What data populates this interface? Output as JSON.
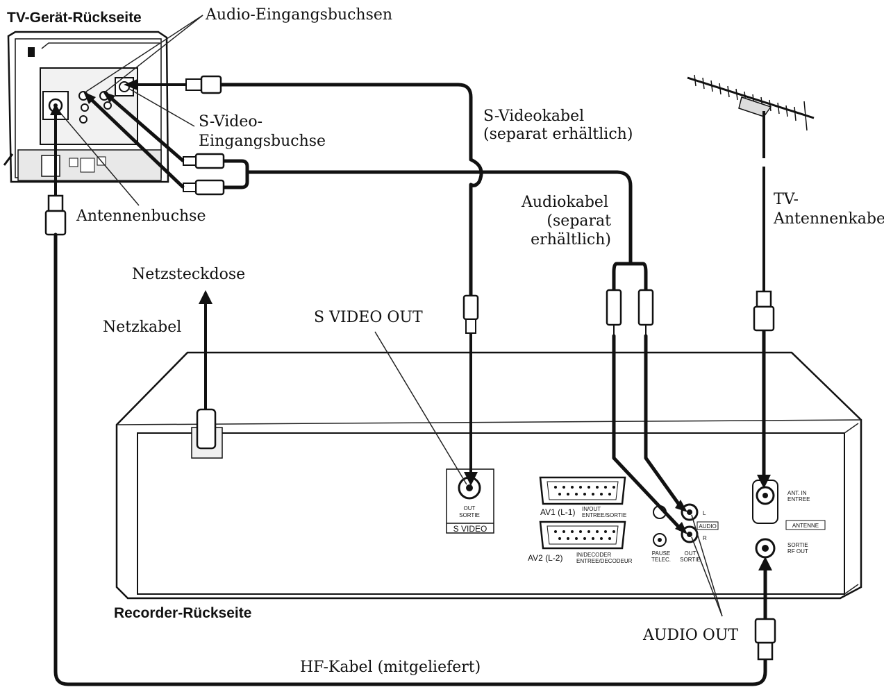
{
  "labels": {
    "tv_back": "TV-Gerät-Rückseite",
    "audio_inputs": "Audio-Eingangsbuchsen",
    "svideo_input_line1": "S-Video-",
    "svideo_input_line2": "Eingangsbuchse",
    "antenna_socket": "Antennenbuchse",
    "svideo_cable_line1": "S-Videokabel",
    "svideo_cable_line2": "(separat erhältlich)",
    "audio_cable_line1": "Audiokabel",
    "audio_cable_line2": "(separat",
    "audio_cable_line3": "erhältlich)",
    "tv_antenna_cable_line1": "TV-",
    "tv_antenna_cable_line2": "Antennenkabel",
    "power_outlet": "Netzsteckdose",
    "power_cable": "Netzkabel",
    "svideo_out": "S VIDEO OUT",
    "recorder_back": "Recorder-Rückseite",
    "audio_out": "AUDIO OUT",
    "hf_cable": "HF-Kabel (mitgeliefert)"
  },
  "panel": {
    "svideo_out_line1": "OUT",
    "svideo_out_line2": "SORTIE",
    "svideo_box": "S VIDEO",
    "av1": "AV1 (L-1)",
    "av1_sub1": "IN/OUT",
    "av1_sub2": "ENTREE/SORTIE",
    "av2": "AV2 (L-2)",
    "av2_sub1": "IN/DECODER",
    "av2_sub2": "ENTREE/DECODEUR",
    "pause_line1": "PAUSE",
    "pause_line2": "TELEC.",
    "audio_out_line1": "OUT",
    "audio_out_line2": "SORTIE",
    "audio_box": "AUDIO",
    "audio_l": "L",
    "audio_r": "R",
    "ant_in_line1": "ANT. IN",
    "ant_in_line2": "ENTREE",
    "antenne_box": "ANTENNE",
    "rf_out_line1": "SORTIE",
    "rf_out_line2": "RF OUT"
  }
}
